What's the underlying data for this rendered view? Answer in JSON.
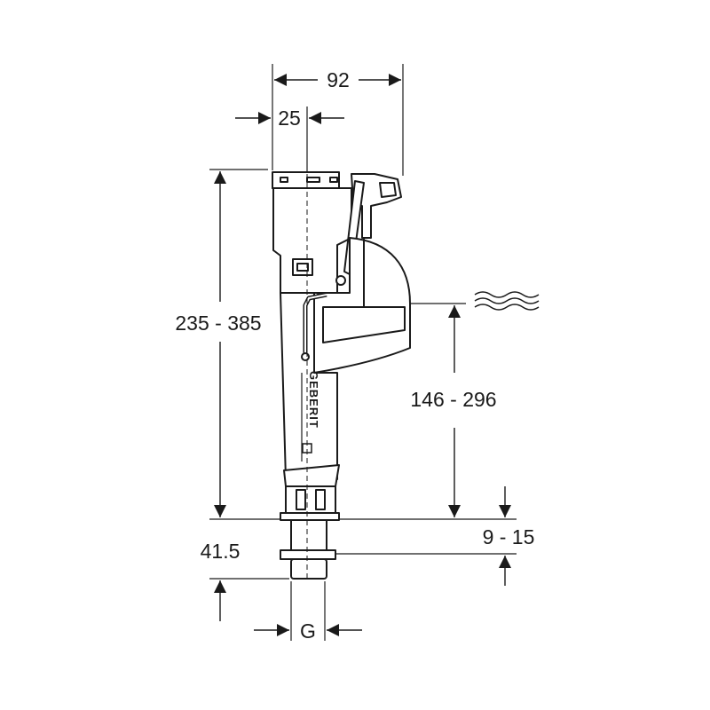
{
  "dimensions": {
    "width_total": "92",
    "offset_center": "25",
    "height_overall": "235 - 385",
    "water_level": "146 - 296",
    "thread_length": "41.5",
    "adjust_range": "9 - 15",
    "connection": "G"
  },
  "brand": "GEBERIT",
  "colors": {
    "line": "#1a1a1a",
    "fill": "#ffffff"
  }
}
